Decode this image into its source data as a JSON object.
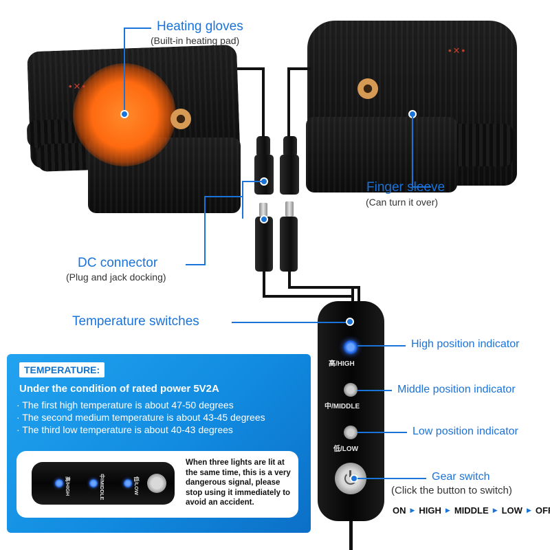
{
  "labels": {
    "heating_gloves": "Heating gloves",
    "heating_gloves_sub": "(Built-in heating pad)",
    "finger_sleeve": "Finger sleeve",
    "finger_sleeve_sub": "(Can turn it over)",
    "dc_connector": "DC connector",
    "dc_connector_sub": "(Plug and jack docking)",
    "temperature_switches": "Temperature switches",
    "high_indicator": "High position indicator",
    "middle_indicator": "Middle position indicator",
    "low_indicator": "Low position indicator",
    "gear_switch": "Gear switch",
    "gear_switch_sub": "(Click the button to switch)"
  },
  "controller": {
    "high_label": "高/HIGH",
    "middle_label": "中/MIDDLE",
    "low_label": "低/LOW"
  },
  "temperature": {
    "tag": "TEMPERATURE:",
    "heading": "Under the condition of rated power 5V2A",
    "lines": [
      "· The first high temperature is about 47-50 degrees",
      "· The second medium temperature is about 43-45 degrees",
      "· The third low temperature is about 40-43 degrees"
    ],
    "mini_high": "高/HIGH",
    "mini_middle": "中/MIDDLE",
    "mini_low": "低/LOW",
    "warning": "When three lights are lit at the same time, this is a very dangerous signal, please stop using it immediately to avoid an accident."
  },
  "modes": [
    "ON",
    "HIGH",
    "MIDDLE",
    "LOW",
    "OFF"
  ],
  "colors": {
    "accent": "#1a73d9",
    "panel": "#118be0",
    "led_on": "#1d5fe0",
    "heat": "#ff6a10"
  },
  "icons": {
    "power": "power-icon",
    "arrow": "triangle-right-icon"
  }
}
